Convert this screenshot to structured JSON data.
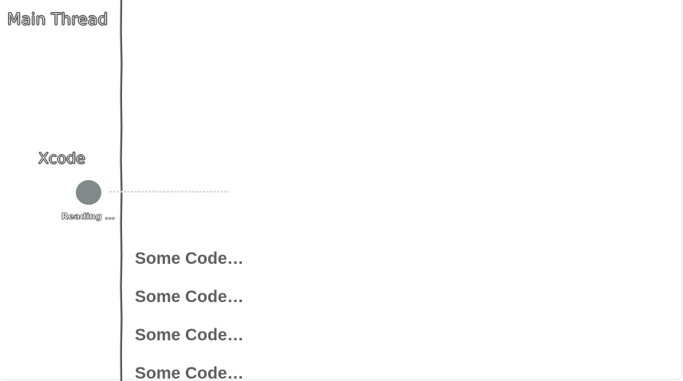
{
  "thread": {
    "title": "Main Thread"
  },
  "actor": {
    "name": "Xcode",
    "status": "Reading ..."
  },
  "code_items": [
    "Some Code…",
    "Some Code…",
    "Some Code…",
    "Some Code…"
  ],
  "colors": {
    "timeline": "#5a5a5a",
    "actor_dot": "#808a8a",
    "code_text": "#5f5f5f",
    "progress_track": "#d6d6d6"
  }
}
